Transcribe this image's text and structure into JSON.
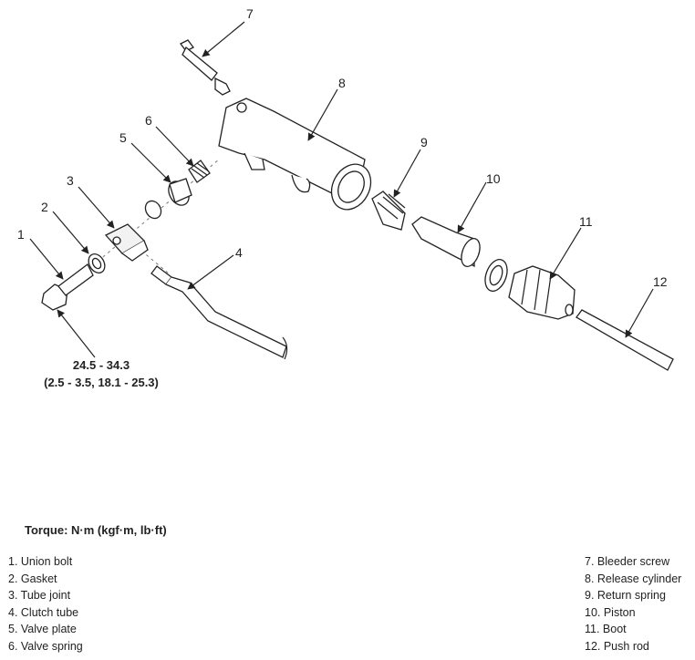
{
  "callouts": {
    "c1": "1",
    "c2": "2",
    "c3": "3",
    "c4": "4",
    "c5": "5",
    "c6": "6",
    "c7": "7",
    "c8": "8",
    "c9": "9",
    "c10": "10",
    "c11": "11",
    "c12": "12"
  },
  "torque_value": {
    "line1": "24.5 - 34.3",
    "line2": "(2.5 - 3.5, 18.1 - 25.3)"
  },
  "torque_title": "Torque: N·m (kgf·m, lb·ft)",
  "legend_left": [
    "1. Union bolt",
    "2. Gasket",
    "3. Tube joint",
    "4. Clutch tube",
    "5. Valve plate",
    "6. Valve spring"
  ],
  "legend_right": [
    "7. Bleeder screw",
    "8. Release cylinder",
    "9. Return spring",
    "10. Piston",
    "11. Boot",
    "12. Push rod"
  ]
}
